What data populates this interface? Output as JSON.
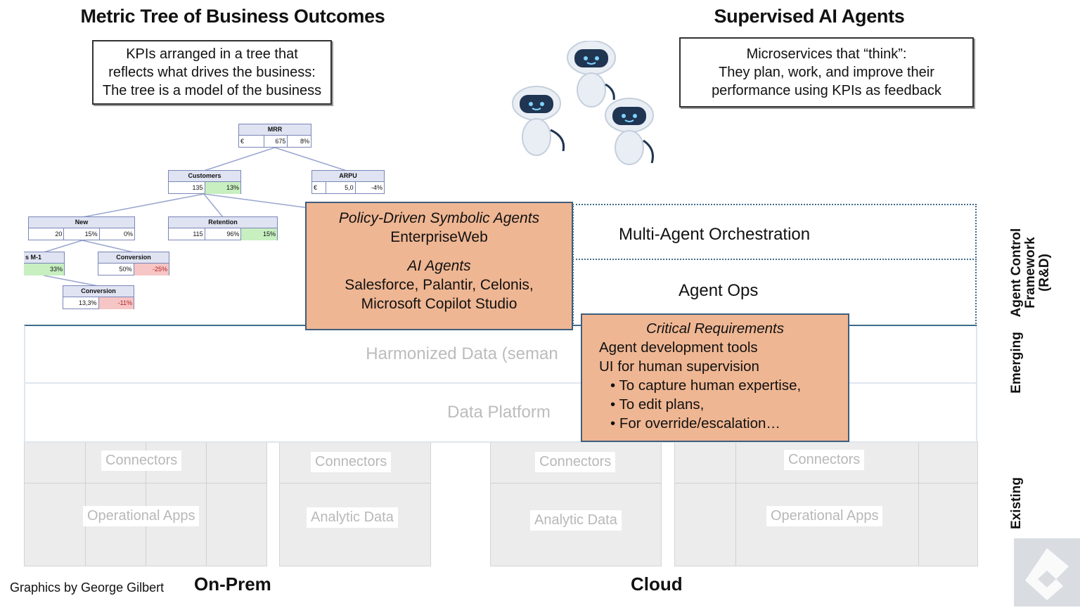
{
  "titles": {
    "metric_tree": "Metric Tree of Business Outcomes",
    "agents": "Supervised AI Agents"
  },
  "kpi_box": {
    "line1": "KPIs arranged in a tree that",
    "line2": "reflects what drives the business:",
    "line3": "The tree is a model of the business"
  },
  "agents_box": {
    "line1": "Microservices that “think”:",
    "line2": "They plan, work, and improve their",
    "line3": "performance using KPIs as feedback"
  },
  "tree": {
    "mrr": {
      "name": "MRR",
      "c1": "€",
      "c2": "675",
      "c3": "8%"
    },
    "customers": {
      "name": "Customers",
      "c1": "135",
      "c2": "13%"
    },
    "arpu": {
      "name": "ARPU",
      "c1": "€",
      "c2": "5,0",
      "c3": "-4%"
    },
    "new": {
      "name": "New",
      "c1": "20",
      "c2": "15%",
      "c3": "0%"
    },
    "retention": {
      "name": "Retention",
      "c1": "115",
      "c2": "96%",
      "c3": "15%"
    },
    "m1": {
      "name": "s M-1",
      "c1": "33%"
    },
    "conversion1": {
      "name": "Conversion",
      "c1": "50%",
      "c2": "-25%"
    },
    "conversion2": {
      "name": "Conversion",
      "c1": "13,3%",
      "c2": "-11%"
    }
  },
  "policy_box": {
    "heading1": "Policy-Driven Symbolic Agents",
    "line1": "EnterpriseWeb",
    "heading2": "AI Agents",
    "line2": "Salesforce, Palantir, Celonis,",
    "line3": "Microsoft Copilot Studio"
  },
  "orchestration": "Multi-Agent Orchestration",
  "agent_ops": "Agent Ops",
  "requirements": {
    "heading": "Critical Requirements",
    "line1": "Agent development tools",
    "line2": "UI for human supervision",
    "bullet1": "To capture human expertise,",
    "bullet2": "To edit plans,",
    "bullet3": "For override/escalation…"
  },
  "layers": {
    "harmonized": "Harmonized Data (seman",
    "platform": "Data Platform"
  },
  "stacks": [
    {
      "connectors": "Connectors",
      "data": "Operational Apps"
    },
    {
      "connectors": "Connectors",
      "data": "Analytic Data"
    },
    {
      "connectors": "Connectors",
      "data": "Analytic Data"
    },
    {
      "connectors": "Connectors",
      "data": "Operational Apps"
    }
  ],
  "side_labels": {
    "control_line1": "Agent Control",
    "control_line2": "Framework",
    "control_line3": "(R&D)",
    "emerging": "Emerging",
    "existing": "Existing"
  },
  "footer": {
    "credit": "Graphics by George Gilbert",
    "on_prem": "On-Prem",
    "cloud": "Cloud"
  },
  "colors": {
    "orange_fill": "#efb693",
    "orange_border": "#3f5e7d",
    "dotted_border": "#3f6b8c"
  }
}
